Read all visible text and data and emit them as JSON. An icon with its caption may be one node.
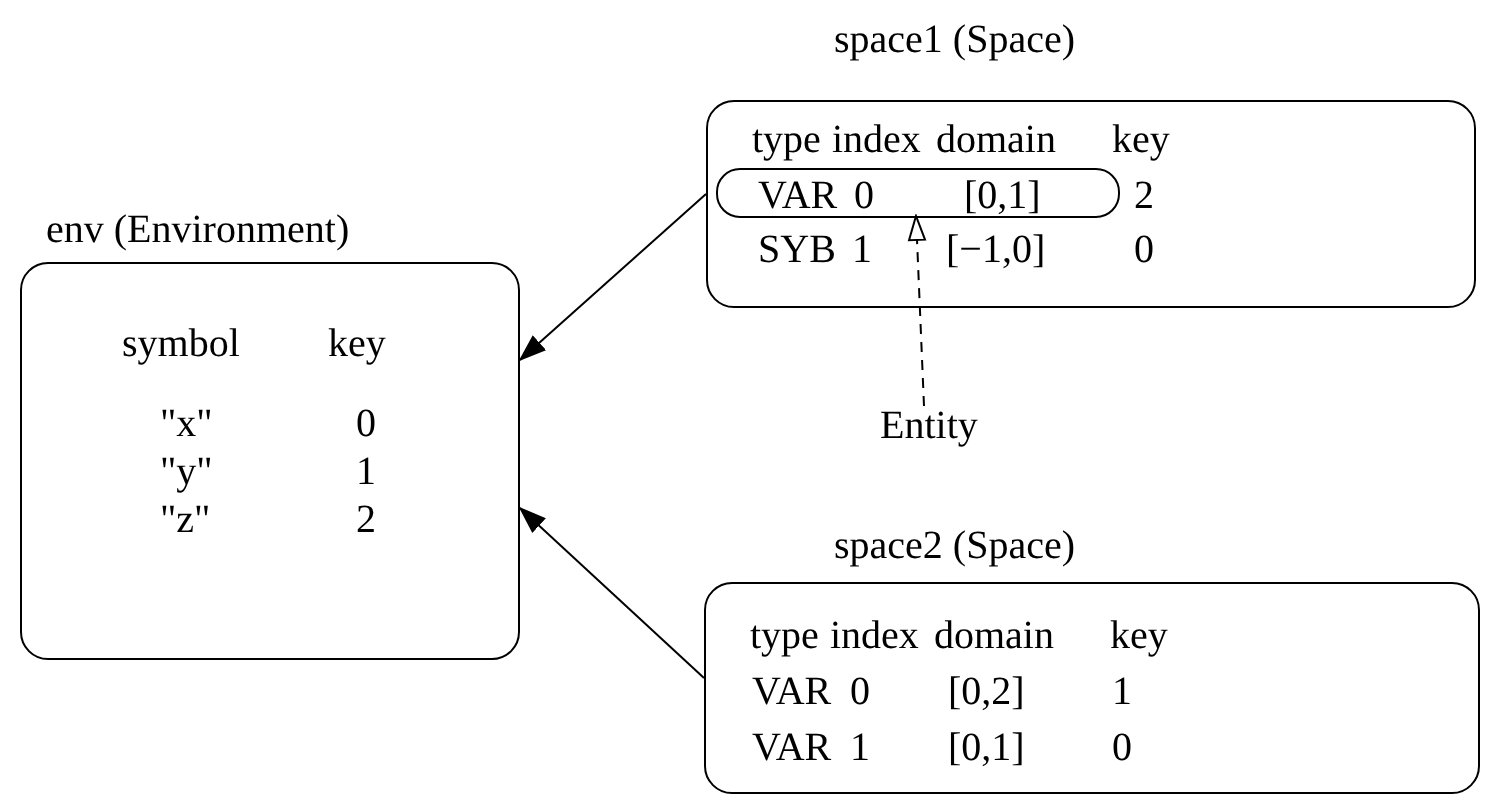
{
  "diagram": {
    "nodes": [
      {
        "text": [
          "env (Environment)",
          "symbol",
          "key",
          "\"x\"",
          "0",
          "\"y\"",
          "1",
          "\"z\"",
          "2"
        ]
      },
      {
        "text": [
          "space1 (Space)",
          "type",
          "index",
          "domain",
          "key",
          "2",
          "SYB",
          "1",
          "[−1,0]",
          "0"
        ]
      },
      {
        "text": [
          "VAR",
          "0",
          "[0,1]"
        ],
        "in": 1
      },
      {
        "text": [
          "space2 (Space)",
          "type",
          "index",
          "domain",
          "key",
          "VAR",
          "0",
          "[0,2]",
          "1",
          "VAR",
          "1",
          "[0,1]",
          "0"
        ]
      },
      {
        "text": [
          "Entity"
        ]
      }
    ],
    "edges": [
      {
        "from": 1,
        "to": 0,
        "arrow": "to"
      },
      {
        "from": 3,
        "to": 0,
        "arrow": "to"
      },
      {
        "from": 4,
        "to": 2,
        "arrow": "to",
        "style": "dashed"
      }
    ]
  }
}
